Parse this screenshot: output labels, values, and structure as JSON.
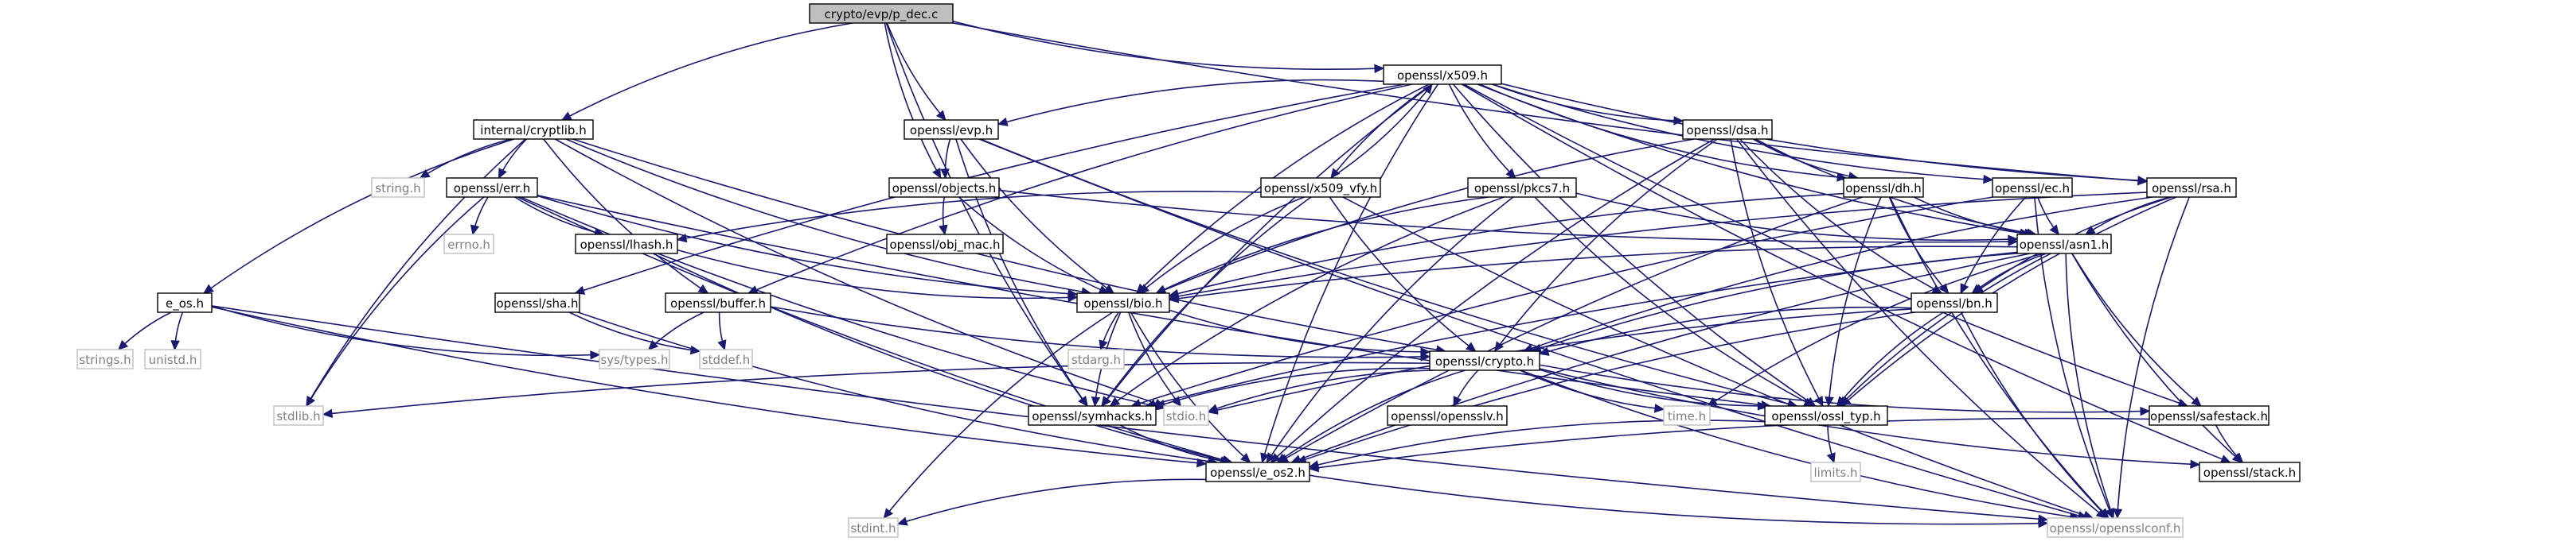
{
  "nodes": {
    "root": {
      "label": "crypto/evp/p_dec.c",
      "kind": "root"
    },
    "x509": {
      "label": "openssl/x509.h",
      "kind": "file"
    },
    "cryptlib": {
      "label": "internal/cryptlib.h",
      "kind": "file"
    },
    "evp": {
      "label": "openssl/evp.h",
      "kind": "file"
    },
    "dsa": {
      "label": "openssl/dsa.h",
      "kind": "file"
    },
    "rsa": {
      "label": "openssl/rsa.h",
      "kind": "file"
    },
    "err": {
      "label": "openssl/err.h",
      "kind": "file"
    },
    "string": {
      "label": "string.h",
      "kind": "leaf"
    },
    "objects": {
      "label": "openssl/objects.h",
      "kind": "file"
    },
    "x509vfy": {
      "label": "openssl/x509_vfy.h",
      "kind": "file"
    },
    "pkcs7": {
      "label": "openssl/pkcs7.h",
      "kind": "file"
    },
    "dh": {
      "label": "openssl/dh.h",
      "kind": "file"
    },
    "ec": {
      "label": "openssl/ec.h",
      "kind": "file"
    },
    "errno": {
      "label": "errno.h",
      "kind": "leaf"
    },
    "lhash": {
      "label": "openssl/lhash.h",
      "kind": "file"
    },
    "objmac": {
      "label": "openssl/obj_mac.h",
      "kind": "file"
    },
    "asn1": {
      "label": "openssl/asn1.h",
      "kind": "file"
    },
    "eos": {
      "label": "e_os.h",
      "kind": "file"
    },
    "sha": {
      "label": "openssl/sha.h",
      "kind": "file"
    },
    "buffer": {
      "label": "openssl/buffer.h",
      "kind": "file"
    },
    "bio": {
      "label": "openssl/bio.h",
      "kind": "file"
    },
    "bn": {
      "label": "openssl/bn.h",
      "kind": "file"
    },
    "strings": {
      "label": "strings.h",
      "kind": "leaf"
    },
    "unistd": {
      "label": "unistd.h",
      "kind": "leaf"
    },
    "systypes": {
      "label": "sys/types.h",
      "kind": "leaf"
    },
    "stddef": {
      "label": "stddef.h",
      "kind": "leaf"
    },
    "stdarg": {
      "label": "stdarg.h",
      "kind": "leaf"
    },
    "crypto": {
      "label": "openssl/crypto.h",
      "kind": "file"
    },
    "stdlib": {
      "label": "stdlib.h",
      "kind": "leaf"
    },
    "symhacks": {
      "label": "openssl/symhacks.h",
      "kind": "file"
    },
    "stdio": {
      "label": "stdio.h",
      "kind": "leaf"
    },
    "opensslv": {
      "label": "openssl/opensslv.h",
      "kind": "file"
    },
    "time": {
      "label": "time.h",
      "kind": "leaf"
    },
    "ossltyp": {
      "label": "openssl/ossl_typ.h",
      "kind": "file"
    },
    "safestack": {
      "label": "openssl/safestack.h",
      "kind": "file"
    },
    "limits": {
      "label": "limits.h",
      "kind": "leaf"
    },
    "stack": {
      "label": "openssl/stack.h",
      "kind": "file"
    },
    "eos2": {
      "label": "openssl/e_os2.h",
      "kind": "file"
    },
    "stdint": {
      "label": "stdint.h",
      "kind": "leaf"
    },
    "opensslconf": {
      "label": "openssl/opensslconf.h",
      "kind": "leaf"
    }
  },
  "edges": [
    [
      "root",
      "x509"
    ],
    [
      "root",
      "cryptlib"
    ],
    [
      "root",
      "evp"
    ],
    [
      "root",
      "objects"
    ],
    [
      "root",
      "rsa"
    ],
    [
      "root",
      "symhacks"
    ],
    [
      "x509",
      "evp"
    ],
    [
      "x509",
      "eos2"
    ],
    [
      "x509",
      "bio"
    ],
    [
      "x509",
      "buffer"
    ],
    [
      "x509",
      "dsa"
    ],
    [
      "x509",
      "dh"
    ],
    [
      "x509",
      "ec"
    ],
    [
      "x509",
      "rsa"
    ],
    [
      "x509",
      "pkcs7"
    ],
    [
      "x509",
      "x509vfy"
    ],
    [
      "x509",
      "asn1"
    ],
    [
      "x509",
      "safestack"
    ],
    [
      "x509",
      "stack"
    ],
    [
      "x509",
      "ossltyp"
    ],
    [
      "x509",
      "sha"
    ],
    [
      "x509",
      "symhacks"
    ],
    [
      "cryptlib",
      "eos"
    ],
    [
      "cryptlib",
      "string"
    ],
    [
      "cryptlib",
      "err"
    ],
    [
      "cryptlib",
      "stdlib"
    ],
    [
      "cryptlib",
      "buffer"
    ],
    [
      "cryptlib",
      "bio"
    ],
    [
      "cryptlib",
      "crypto"
    ],
    [
      "cryptlib",
      "stdio"
    ],
    [
      "evp",
      "objects"
    ],
    [
      "evp",
      "bio"
    ],
    [
      "evp",
      "ossltyp"
    ],
    [
      "evp",
      "symhacks"
    ],
    [
      "evp",
      "opensslconf"
    ],
    [
      "objects",
      "objmac"
    ],
    [
      "objects",
      "bio"
    ],
    [
      "objects",
      "asn1"
    ],
    [
      "dsa",
      "bio"
    ],
    [
      "dsa",
      "bn"
    ],
    [
      "dsa",
      "dh"
    ],
    [
      "dsa",
      "asn1"
    ],
    [
      "dsa",
      "crypto"
    ],
    [
      "dsa",
      "ossltyp"
    ],
    [
      "dsa",
      "eos2"
    ],
    [
      "dsa",
      "opensslconf"
    ],
    [
      "rsa",
      "asn1"
    ],
    [
      "rsa",
      "bio"
    ],
    [
      "rsa",
      "bn"
    ],
    [
      "rsa",
      "crypto"
    ],
    [
      "rsa",
      "ossltyp"
    ],
    [
      "rsa",
      "opensslconf"
    ],
    [
      "err",
      "errno"
    ],
    [
      "err",
      "lhash"
    ],
    [
      "err",
      "bio"
    ],
    [
      "err",
      "stdlib"
    ],
    [
      "err",
      "stdio"
    ],
    [
      "err",
      "eos2"
    ],
    [
      "err",
      "ossltyp"
    ],
    [
      "x509vfy",
      "x509"
    ],
    [
      "x509vfy",
      "lhash"
    ],
    [
      "x509vfy",
      "bio"
    ],
    [
      "x509vfy",
      "crypto"
    ],
    [
      "x509vfy",
      "symhacks"
    ],
    [
      "x509vfy",
      "opensslconf"
    ],
    [
      "pkcs7",
      "asn1"
    ],
    [
      "pkcs7",
      "bio"
    ],
    [
      "pkcs7",
      "eos2"
    ],
    [
      "pkcs7",
      "symhacks"
    ],
    [
      "pkcs7",
      "ossltyp"
    ],
    [
      "dh",
      "bio"
    ],
    [
      "dh",
      "bn"
    ],
    [
      "dh",
      "asn1"
    ],
    [
      "dh",
      "ossltyp"
    ],
    [
      "dh",
      "eos2"
    ],
    [
      "dh",
      "opensslconf"
    ],
    [
      "ec",
      "asn1"
    ],
    [
      "ec",
      "bn"
    ],
    [
      "ec",
      "symhacks"
    ],
    [
      "ec",
      "opensslconf"
    ],
    [
      "lhash",
      "bio"
    ],
    [
      "lhash",
      "eos2"
    ],
    [
      "asn1",
      "bio"
    ],
    [
      "asn1",
      "bn"
    ],
    [
      "asn1",
      "time"
    ],
    [
      "asn1",
      "ossltyp"
    ],
    [
      "asn1",
      "safestack"
    ],
    [
      "asn1",
      "stack"
    ],
    [
      "asn1",
      "symhacks"
    ],
    [
      "asn1",
      "eos2"
    ],
    [
      "asn1",
      "opensslconf"
    ],
    [
      "asn1",
      "crypto"
    ],
    [
      "eos",
      "strings"
    ],
    [
      "eos",
      "unistd"
    ],
    [
      "eos",
      "systypes"
    ],
    [
      "eos",
      "eos2"
    ],
    [
      "eos",
      "opensslconf"
    ],
    [
      "sha",
      "stddef"
    ],
    [
      "sha",
      "eos2"
    ],
    [
      "buffer",
      "systypes"
    ],
    [
      "buffer",
      "stddef"
    ],
    [
      "buffer",
      "crypto"
    ],
    [
      "bio",
      "stdarg"
    ],
    [
      "bio",
      "stdio"
    ],
    [
      "bio",
      "crypto"
    ],
    [
      "bio",
      "eos2"
    ],
    [
      "bio",
      "stdint"
    ],
    [
      "bio",
      "symhacks"
    ],
    [
      "bn",
      "stdio"
    ],
    [
      "bn",
      "ossltyp"
    ],
    [
      "bn",
      "eos2"
    ],
    [
      "bn",
      "crypto"
    ],
    [
      "bn",
      "opensslconf"
    ],
    [
      "crypto",
      "stdlib"
    ],
    [
      "crypto",
      "stdio"
    ],
    [
      "crypto",
      "opensslv"
    ],
    [
      "crypto",
      "time"
    ],
    [
      "crypto",
      "ossltyp"
    ],
    [
      "crypto",
      "safestack"
    ],
    [
      "crypto",
      "stack"
    ],
    [
      "crypto",
      "symhacks"
    ],
    [
      "crypto",
      "eos2"
    ],
    [
      "crypto",
      "opensslconf"
    ],
    [
      "ossltyp",
      "eos2"
    ],
    [
      "ossltyp",
      "limits"
    ],
    [
      "safestack",
      "stack"
    ],
    [
      "safestack",
      "eos2"
    ],
    [
      "symhacks",
      "eos2"
    ],
    [
      "eos2",
      "opensslconf"
    ],
    [
      "eos2",
      "stdint"
    ]
  ]
}
